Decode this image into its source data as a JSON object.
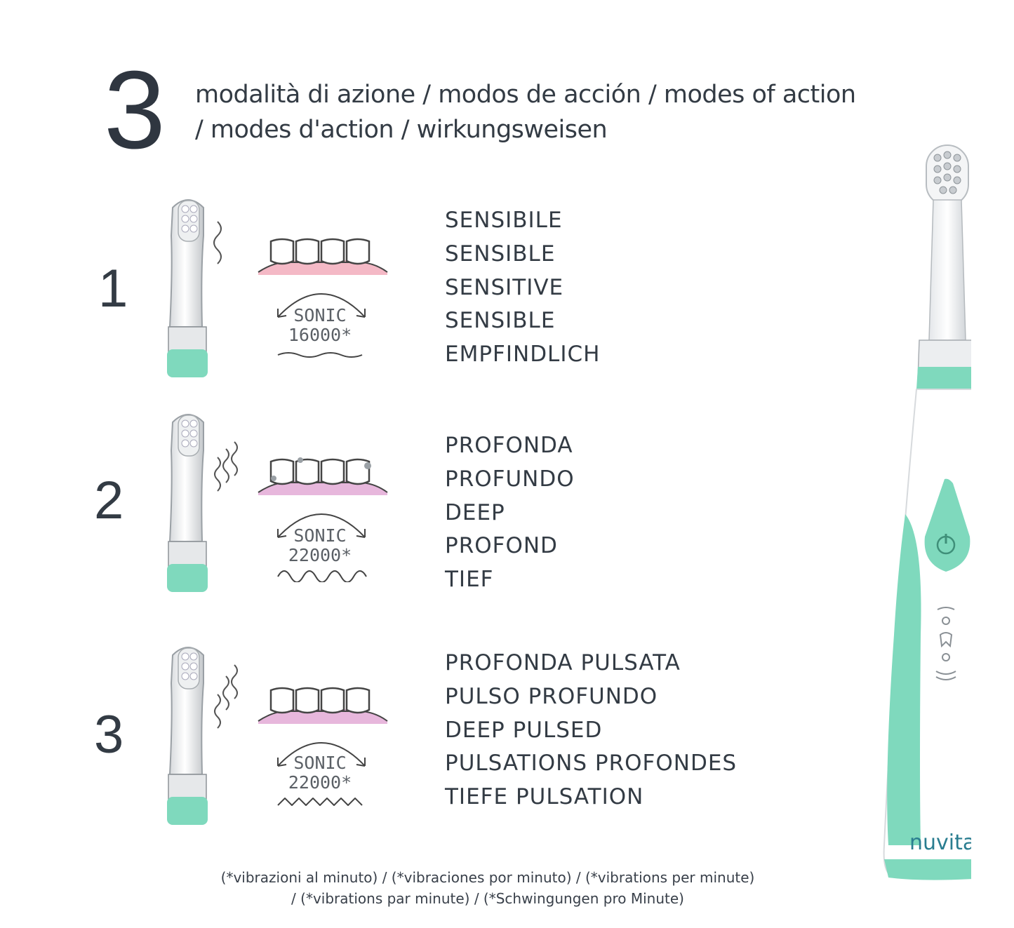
{
  "header": {
    "count": "3",
    "line1": "modalità di azione / modos de acción / modes of action",
    "line2": "/ modes d'action / wirkungsweisen"
  },
  "modes": [
    {
      "number": "1",
      "sonic_label": "SONIC",
      "sonic_value": "16000*",
      "names": [
        "SENSIBILE",
        "SENSIBLE",
        "SENSITIVE",
        "SENSIBLE",
        "EMPFINDLICH"
      ]
    },
    {
      "number": "2",
      "sonic_label": "SONIC",
      "sonic_value": "22000*",
      "names": [
        "PROFONDA",
        "PROFUNDO",
        "DEEP",
        "PROFOND",
        "TIEF"
      ]
    },
    {
      "number": "3",
      "sonic_label": "SONIC",
      "sonic_value": "22000*",
      "names": [
        "PROFONDA PULSATA",
        "PULSO PROFUNDO",
        "DEEP PULSED",
        "PULSATIONS PROFONDES",
        "TIEFE PULSATION"
      ]
    }
  ],
  "footnote": {
    "line1": "(*vibrazioni al minuto) / (*vibraciones por minuto) / (*vibrations per minute)",
    "line2": "/ (*vibrations par minute) / (*Schwingungen pro Minute)"
  },
  "brand": "nuvita",
  "colors": {
    "accent": "#7fd9bd",
    "text": "#333b44",
    "gum": "#e7b7dc",
    "gum_sensitive": "#f4b9c6"
  },
  "icons": [
    "brush-head-icon",
    "teeth-icon",
    "sonic-arc-icon",
    "vibration-wave-icon",
    "power-icon",
    "mode-indicator-icon"
  ]
}
